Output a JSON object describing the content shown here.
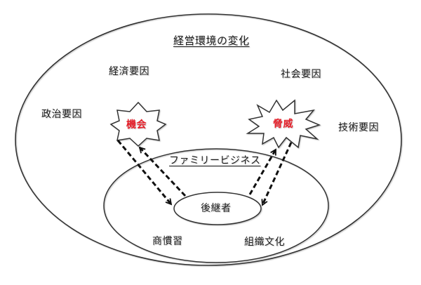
{
  "diagram": {
    "title": "経営環境の変化",
    "outer_factors": {
      "economic": "経済要因",
      "political": "政治要因",
      "social": "社会要因",
      "technological": "技術要因"
    },
    "opportunity": {
      "label": "機会",
      "shape": "8-point-star"
    },
    "threat": {
      "label": "脅威",
      "shape": "explosion-burst"
    },
    "family_business": {
      "title": "ファミリービジネス",
      "successor": "後継者",
      "factors": {
        "trade_practice": "商慣習",
        "organizational_culture": "組織文化"
      }
    },
    "arrows": [
      {
        "from": "opportunity",
        "to": "successor",
        "style": "dashed"
      },
      {
        "from": "successor",
        "to": "opportunity",
        "style": "dashed"
      },
      {
        "from": "successor",
        "to": "threat",
        "style": "dashed"
      },
      {
        "from": "threat",
        "to": "successor",
        "style": "dashed"
      }
    ],
    "colors": {
      "line": "#333333",
      "accent_red": "#e5202a",
      "text": "#1a1a1a"
    }
  }
}
